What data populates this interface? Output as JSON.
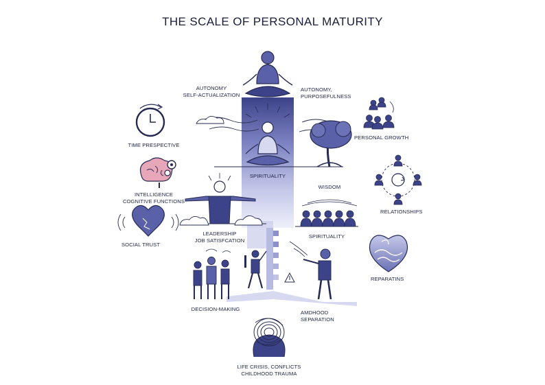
{
  "title": "THE SCALE OF PERSONAL MATURITY",
  "colors": {
    "ink": "#262a52",
    "navy": "#3c4388",
    "mid": "#6b72b5",
    "light": "#c9ccea",
    "pale": "#eceefa"
  },
  "labels": {
    "autonomy_self": [
      "AUTONOMY",
      "SELF-ACTUALIZATION"
    ],
    "autonomy_purpose": [
      "AUTONOMY,",
      "PURPOSEFULNESS"
    ],
    "time_perspective": "TIME PRESPECTIVE",
    "personal_growth": "PERSONAL GROWTH",
    "spirituality_top": "SPIRITUALITY",
    "wisdom": "WISDOM",
    "intelligence": [
      "INTELLIGENCE",
      "COGNITIVE FUNCTIONS"
    ],
    "relationships": "RELATIONSHIPS",
    "social_trust": "SOCIAL TRUST",
    "leadership": [
      "LEADERSHIP",
      "JOB SATISFCATION"
    ],
    "spirituality_mid": "SPIRITUALITY",
    "reparations": "REPARATINS",
    "decision_making": "DECISION-MAKING",
    "separation": [
      "AMDHOOD",
      "SEPARATION"
    ],
    "life_crisis": [
      "LIFE CRISIS, CONFLICTS",
      "CHILDHOOD TRAUMA"
    ]
  },
  "icons": [
    "meditating-person-icon",
    "meditating-person-radiant-icon",
    "clock-icon",
    "brain-gears-icon",
    "broken-heart-icon",
    "people-network-icon",
    "tree-icon",
    "relationships-cycle-icon",
    "heart-waves-icon",
    "open-arms-person-icon",
    "group-people-icon",
    "handshake-group-icon",
    "teacher-pointing-icon",
    "scribble-head-icon",
    "warning-triangle-icon"
  ]
}
